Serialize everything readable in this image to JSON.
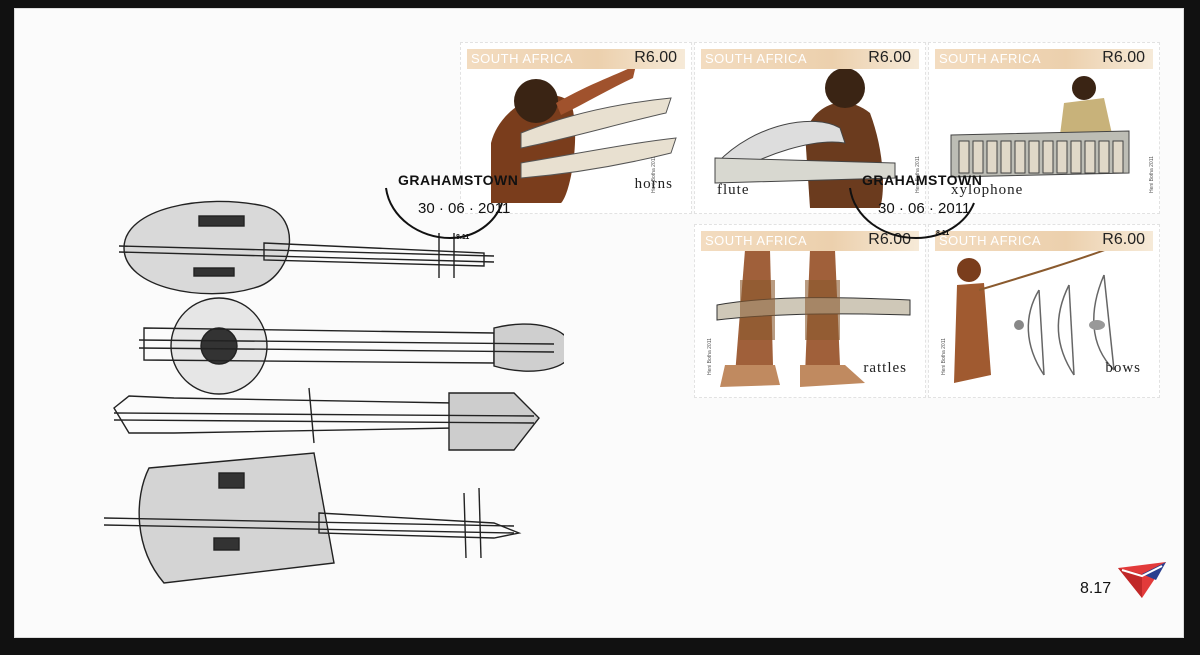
{
  "cover": {
    "series_number": "8.17",
    "logo_name": "sa-post-office-logo-icon"
  },
  "colors": {
    "paper": "#fbfbfb",
    "header_band": "#ecd0ad",
    "logo_red": "#e23a3a",
    "logo_blue": "#2a3f8f"
  },
  "stamps": [
    {
      "country": "SOUTH AFRICA",
      "value": "R6.00",
      "name": "horns",
      "artist": "Heni Botha 2011"
    },
    {
      "country": "SOUTH AFRICA",
      "value": "R6.00",
      "name": "flute",
      "artist": "Heni Botha 2011"
    },
    {
      "country": "SOUTH AFRICA",
      "value": "R6.00",
      "name": "xylophone",
      "artist": "Heni Botha 2011"
    },
    {
      "country": "SOUTH AFRICA",
      "value": "R6.00",
      "name": "rattles",
      "artist": "Heni Botha 2011"
    },
    {
      "country": "SOUTH AFRICA",
      "value": "R6.00",
      "name": "bows",
      "artist": "Heni Botha 2011"
    }
  ],
  "postmarks": [
    {
      "town": "GRAHAMSTOWN",
      "date": "30 · 06 · 2011",
      "code": "8.11"
    },
    {
      "town": "GRAHAMSTOWN",
      "date": "30 · 06 · 2011",
      "code": "8.11"
    }
  ],
  "illustration": {
    "subject": "traditional-string-instruments-sketch"
  }
}
